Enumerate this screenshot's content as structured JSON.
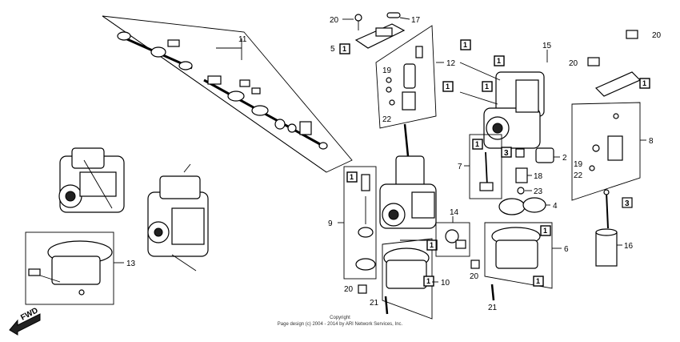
{
  "callouts": {
    "c11": "11",
    "c13": "13",
    "c5": "5",
    "c17": "17",
    "c20a": "20",
    "c12": "12",
    "c19a": "19",
    "c22a": "22",
    "c15": "15",
    "c20b": "20",
    "c20c": "20",
    "c2": "2",
    "c3a": "3",
    "c7": "7",
    "c18": "18",
    "c23": "23",
    "c4": "4",
    "c8": "8",
    "c19b": "19",
    "c22b": "22",
    "c3b": "3",
    "c9": "9",
    "c14": "14",
    "c6": "6",
    "c16": "16",
    "c20d": "20",
    "c10": "10",
    "c20e": "20",
    "c21a": "21",
    "c21b": "21"
  },
  "boxed_label": "1",
  "fwd_label": "FWD",
  "copyright_line1": "Copyright",
  "copyright_line2": "Page design (c) 2004 - 2014 by ARI Network Services, Inc."
}
